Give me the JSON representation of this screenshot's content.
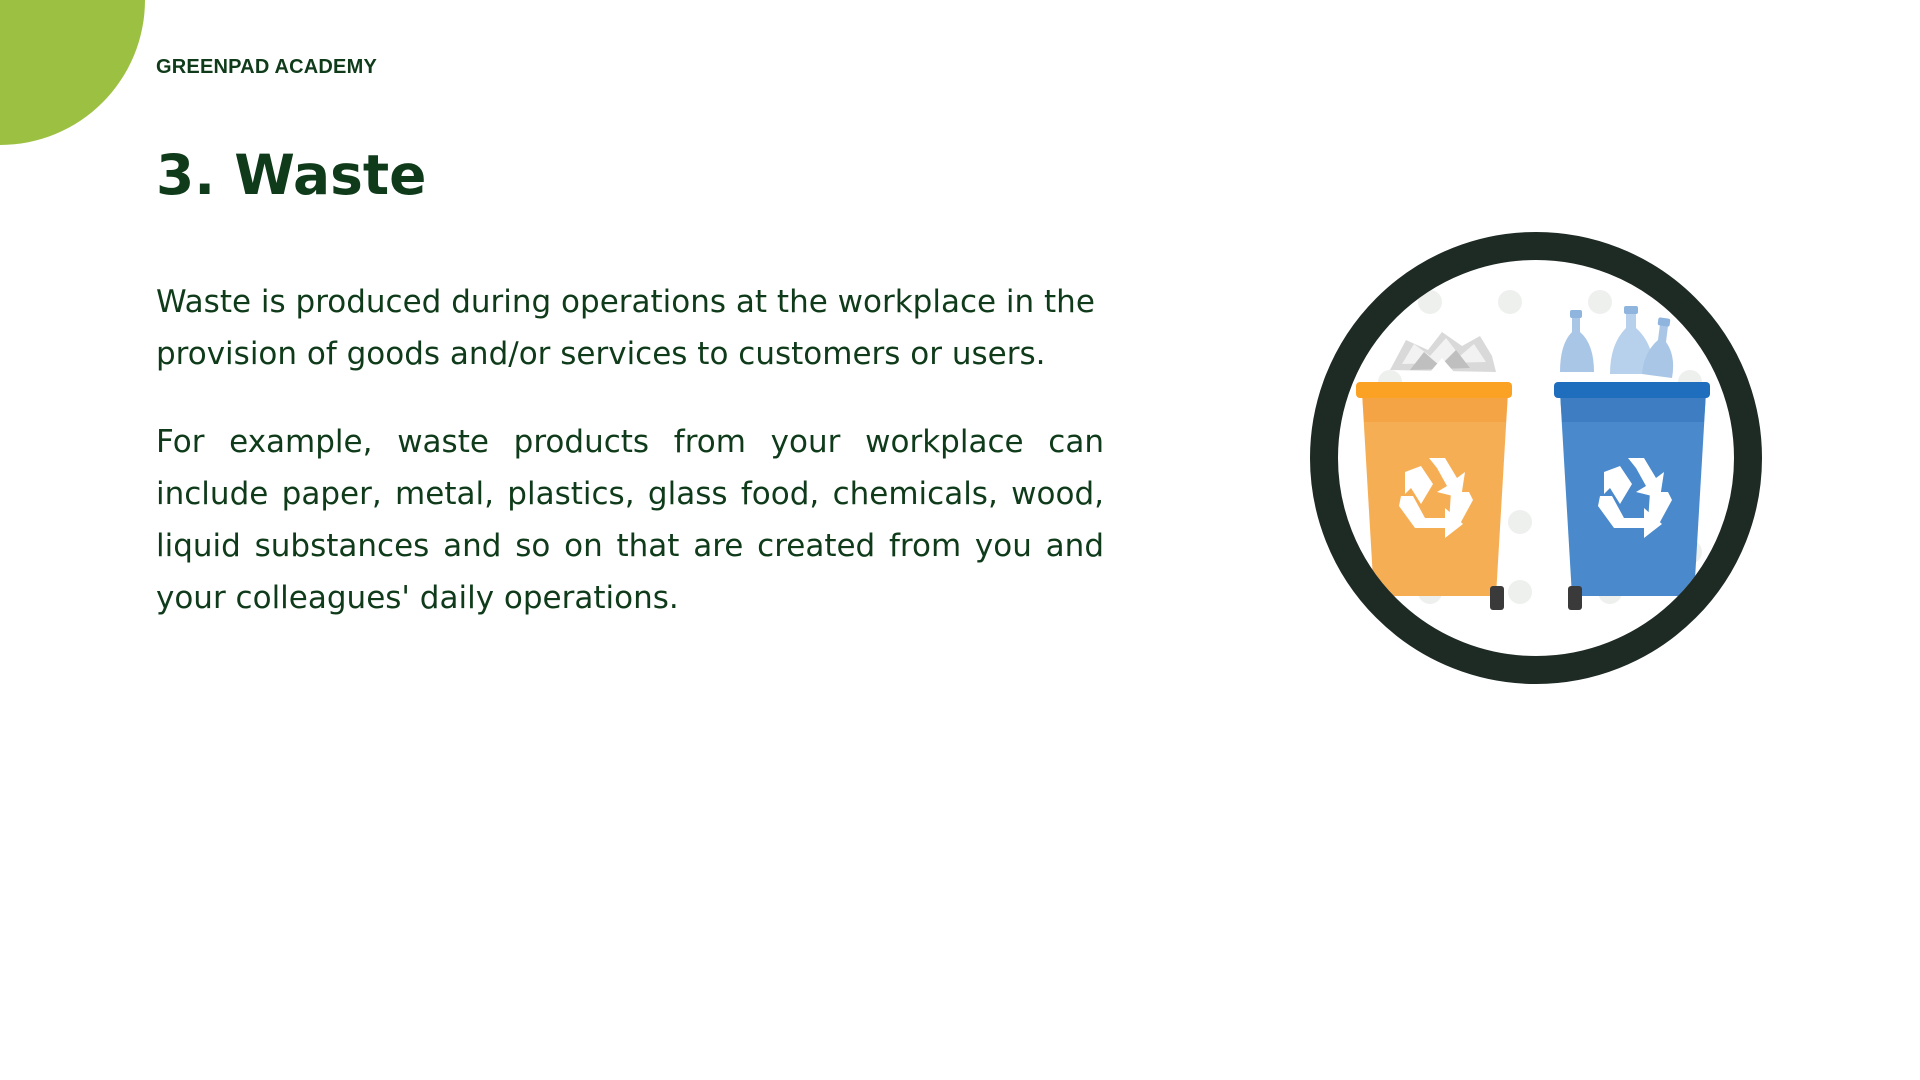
{
  "header": {
    "brand": "GREENPAD ACADEMY"
  },
  "main": {
    "title": "3. Waste",
    "paragraphs": [
      "Waste is produced during operations at the workplace in the provision of goods and/or services to customers or users.",
      "For example, waste products from your workplace can include paper, metal, plastics, glass food, chemicals, wood, liquid substances and so on that are created from you and your colleagues' daily operations."
    ]
  },
  "illustration": {
    "icon": "recycling-bins-icon",
    "bins": [
      {
        "name": "paper-bin",
        "color": "#f6ae55",
        "content": "crumpled-paper"
      },
      {
        "name": "plastic-bin",
        "color": "#4a89cc",
        "content": "plastic-bottles"
      }
    ]
  },
  "colors": {
    "accent": "#9cc142",
    "text": "#0f3b1a",
    "ring": "#1e2a24"
  }
}
